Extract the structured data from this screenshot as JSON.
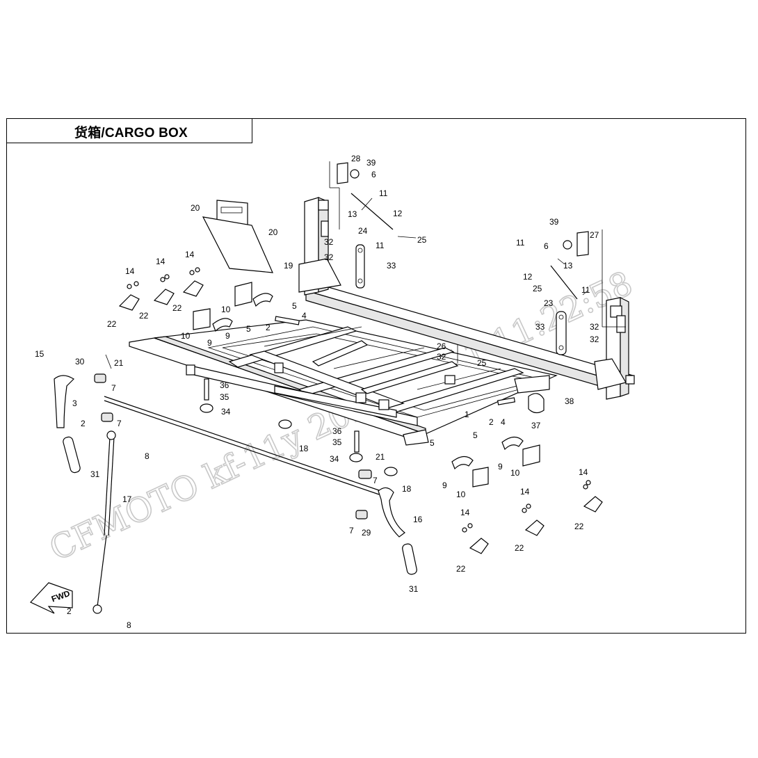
{
  "header": {
    "title": "货箱/CARGO BOX"
  },
  "watermark": {
    "text": "CFMOTO  kf-11y 2024-08-11 11:22:58",
    "color": "#c8c8c8"
  },
  "fwd_arrow": {
    "text": "FWD"
  },
  "callouts": [
    {
      "n": "1"
    },
    {
      "n": "2"
    },
    {
      "n": "2"
    },
    {
      "n": "2"
    },
    {
      "n": "2"
    },
    {
      "n": "3"
    },
    {
      "n": "4"
    },
    {
      "n": "4"
    },
    {
      "n": "5"
    },
    {
      "n": "5"
    },
    {
      "n": "5"
    },
    {
      "n": "5"
    },
    {
      "n": "6"
    },
    {
      "n": "6"
    },
    {
      "n": "7"
    },
    {
      "n": "7"
    },
    {
      "n": "7"
    },
    {
      "n": "7"
    },
    {
      "n": "8"
    },
    {
      "n": "8"
    },
    {
      "n": "9"
    },
    {
      "n": "9"
    },
    {
      "n": "9"
    },
    {
      "n": "9"
    },
    {
      "n": "10"
    },
    {
      "n": "10"
    },
    {
      "n": "10"
    },
    {
      "n": "10"
    },
    {
      "n": "11"
    },
    {
      "n": "11"
    },
    {
      "n": "11"
    },
    {
      "n": "11"
    },
    {
      "n": "12"
    },
    {
      "n": "12"
    },
    {
      "n": "13"
    },
    {
      "n": "13"
    },
    {
      "n": "14"
    },
    {
      "n": "14"
    },
    {
      "n": "14"
    },
    {
      "n": "14"
    },
    {
      "n": "14"
    },
    {
      "n": "14"
    },
    {
      "n": "15"
    },
    {
      "n": "16"
    },
    {
      "n": "17"
    },
    {
      "n": "18"
    },
    {
      "n": "18"
    },
    {
      "n": "19"
    },
    {
      "n": "20"
    },
    {
      "n": "20"
    },
    {
      "n": "21"
    },
    {
      "n": "21"
    },
    {
      "n": "22"
    },
    {
      "n": "22"
    },
    {
      "n": "22"
    },
    {
      "n": "22"
    },
    {
      "n": "22"
    },
    {
      "n": "22"
    },
    {
      "n": "23"
    },
    {
      "n": "24"
    },
    {
      "n": "25"
    },
    {
      "n": "25"
    },
    {
      "n": "25"
    },
    {
      "n": "26"
    },
    {
      "n": "27"
    },
    {
      "n": "28"
    },
    {
      "n": "29"
    },
    {
      "n": "30"
    },
    {
      "n": "31"
    },
    {
      "n": "31"
    },
    {
      "n": "32"
    },
    {
      "n": "32"
    },
    {
      "n": "32"
    },
    {
      "n": "32"
    },
    {
      "n": "32"
    },
    {
      "n": "33"
    },
    {
      "n": "33"
    },
    {
      "n": "34"
    },
    {
      "n": "34"
    },
    {
      "n": "35"
    },
    {
      "n": "35"
    },
    {
      "n": "36"
    },
    {
      "n": "36"
    },
    {
      "n": "37"
    },
    {
      "n": "38"
    },
    {
      "n": "39"
    },
    {
      "n": "39"
    }
  ]
}
